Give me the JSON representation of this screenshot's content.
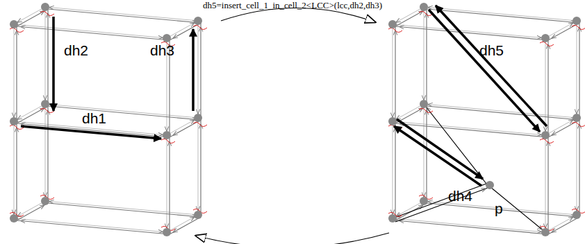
{
  "diagram": {
    "title": "dh5=insert_cell_1_in_cell_2<LCC>(lcc,dh2,dh3)",
    "labels": [
      "dh1",
      "dh2",
      "dh3",
      "dh4",
      "dh5",
      "p"
    ]
  }
}
